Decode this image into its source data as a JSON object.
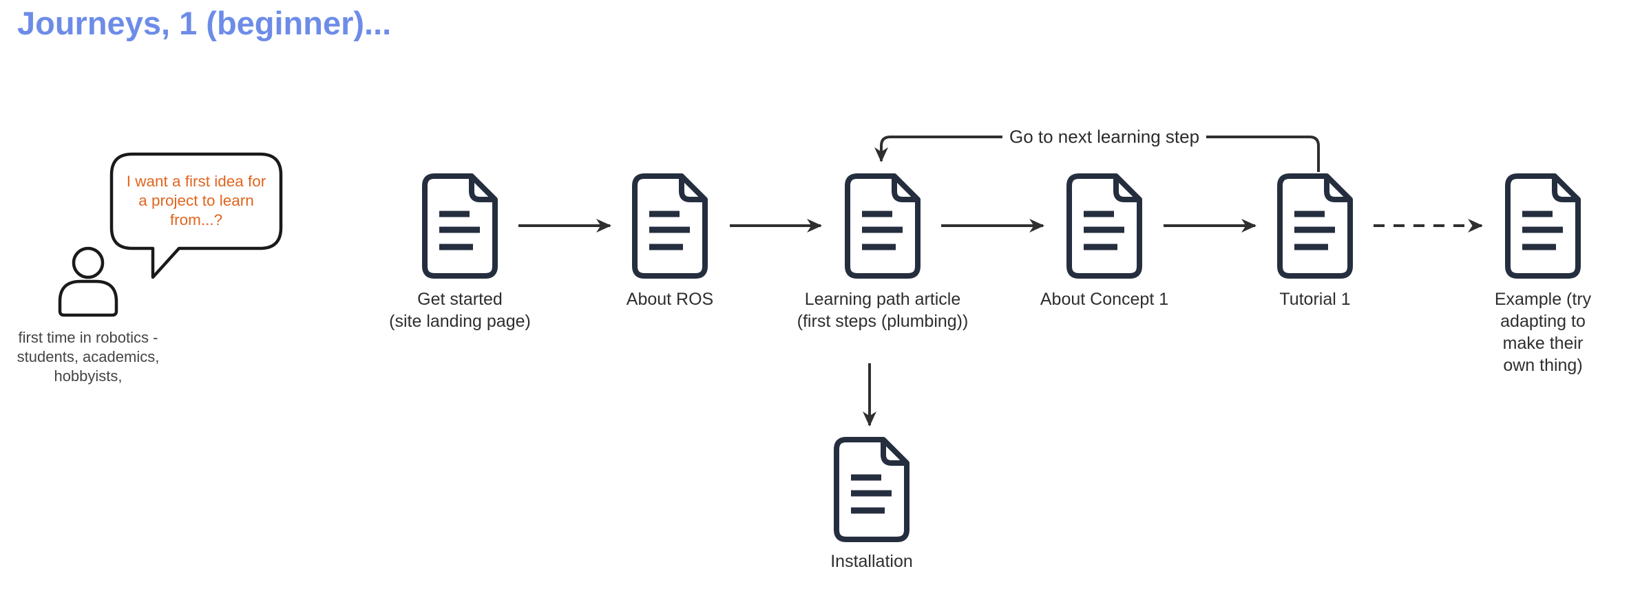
{
  "title": "Journeys, 1 (beginner)...",
  "persona": {
    "speech_bubble": "I want a first idea for\na project to learn\nfrom...?",
    "description": "first time in robotics -\nstudents, academics,\nhobbyists,"
  },
  "flow": {
    "loop_label": "Go to next learning step",
    "steps": [
      {
        "id": "get-started",
        "label": "Get started\n(site landing page)"
      },
      {
        "id": "about-ros",
        "label": "About ROS"
      },
      {
        "id": "learning-path-article",
        "label": "Learning path article\n(first steps (plumbing))"
      },
      {
        "id": "about-concept-1",
        "label": "About Concept 1"
      },
      {
        "id": "tutorial-1",
        "label": "Tutorial 1"
      },
      {
        "id": "example",
        "label": "Example (try adapting to\nmake their own thing)"
      }
    ],
    "branch_step": {
      "id": "installation",
      "label": "Installation"
    }
  },
  "colors": {
    "title_text": "#6d8ce8",
    "speech_text": "#e0651f",
    "document_icon": "#252e3e",
    "connector": "#2f2f2f",
    "label_text": "#2e2e2e",
    "description_text": "#444444",
    "persona_outline": "#1a1a1a",
    "background": "#ffffff"
  }
}
